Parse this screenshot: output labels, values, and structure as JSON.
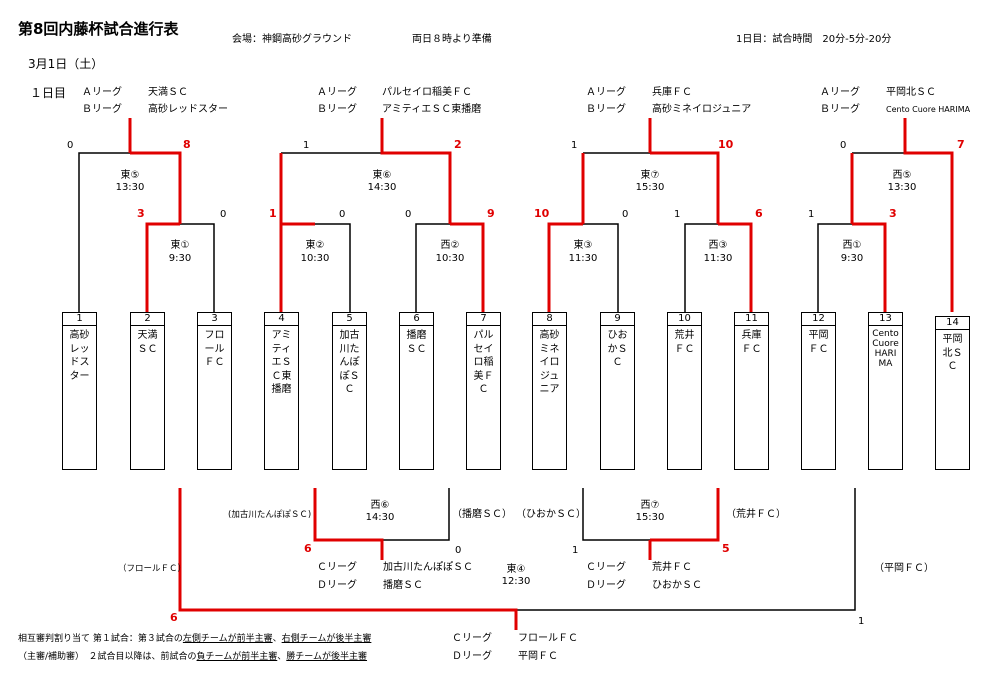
{
  "title": "第8回内藤杯試合進行表",
  "venue": "会場：神鋼高砂グラウンド",
  "prep": "両日８時より準備",
  "day_info": "1日目：試合時間　20分-5分-20分",
  "date": "3月1日（土）",
  "day_label": "１日目",
  "league_groups": [
    {
      "a_label": "Ａリーグ",
      "a_team": "天満ＳＣ",
      "b_label": "Ｂリーグ",
      "b_team": "高砂レッドスター"
    },
    {
      "a_label": "Ａリーグ",
      "a_team": "パルセイロ稲美ＦＣ",
      "b_label": "Ｂリーグ",
      "b_team": "アミティエＳＣ東播磨"
    },
    {
      "a_label": "Ａリーグ",
      "a_team": "兵庫ＦＣ",
      "b_label": "Ｂリーグ",
      "b_team": "高砂ミネイロジュニア"
    },
    {
      "a_label": "Ａリーグ",
      "a_team": "平岡北ＳＣ",
      "b_label": "Ｂリーグ",
      "b_team": "Cento Cuore HARIMA"
    }
  ],
  "teams": [
    {
      "num": "1",
      "name": "高砂レッドスター"
    },
    {
      "num": "2",
      "name": "天満ＳＣ"
    },
    {
      "num": "3",
      "name": "フロールＦＣ"
    },
    {
      "num": "4",
      "name": "アミティエＳＣ東播磨"
    },
    {
      "num": "5",
      "name": "加古川たんぽぽＳＣ"
    },
    {
      "num": "6",
      "name": "播磨ＳＣ"
    },
    {
      "num": "7",
      "name": "パルセイロ稲美ＦＣ"
    },
    {
      "num": "8",
      "name": "高砂ミネイロジュニア"
    },
    {
      "num": "9",
      "name": "ひおかＳＣ"
    },
    {
      "num": "10",
      "name": "荒井ＦＣ"
    },
    {
      "num": "11",
      "name": "兵庫ＦＣ"
    },
    {
      "num": "12",
      "name": "平岡ＦＣ"
    },
    {
      "num": "13",
      "name": "CentoCuoreHARIMA"
    },
    {
      "num": "14",
      "name": "平岡北ＳＣ"
    }
  ],
  "matches": [
    {
      "label": "東①",
      "time": "9:30",
      "s_left": "3",
      "s_right": "0"
    },
    {
      "label": "東②",
      "time": "10:30",
      "s_left": "1",
      "s_right": "0"
    },
    {
      "label": "西②",
      "time": "10:30",
      "s_left": "0",
      "s_right": "9"
    },
    {
      "label": "東③",
      "time": "11:30",
      "s_left": "10",
      "s_right": "0"
    },
    {
      "label": "西③",
      "time": "11:30",
      "s_left": "1",
      "s_right": "6"
    },
    {
      "label": "西①",
      "time": "9:30",
      "s_left": "1",
      "s_right": "3"
    },
    {
      "label": "東⑤",
      "time": "13:30",
      "s_left": "0",
      "s_right": "8"
    },
    {
      "label": "東⑥",
      "time": "14:30",
      "s_left": "1",
      "s_right": "2"
    },
    {
      "label": "東⑦",
      "time": "15:30",
      "s_left": "1",
      "s_right": "10"
    },
    {
      "label": "西⑤",
      "time": "13:30",
      "s_left": "0",
      "s_right": "7"
    },
    {
      "label": "西⑥",
      "time": "14:30",
      "s_left": "6",
      "s_right": "0",
      "left_team": "(加古川たんぽぽＳＣ)",
      "right_team": "（播磨ＳＣ）"
    },
    {
      "label": "西⑦",
      "time": "15:30",
      "s_left": "1",
      "s_right": "5",
      "left_team": "（ひおかＳＣ）",
      "right_team": "（荒井ＦＣ）"
    },
    {
      "label": "東④",
      "time": "12:30",
      "s_left": "6",
      "s_right": "1",
      "left_team": "（フロールＦＣ）",
      "right_team": "（平岡ＦＣ）"
    }
  ],
  "cd_groups": [
    {
      "c_label": "Ｃリーグ",
      "c_team": "加古川たんぽぽＳＣ",
      "d_label": "Ｄリーグ",
      "d_team": "播磨ＳＣ"
    },
    {
      "c_label": "Ｃリーグ",
      "c_team": "荒井ＦＣ",
      "d_label": "Ｄリーグ",
      "d_team": "ひおかＳＣ"
    },
    {
      "c_label": "Ｃリーグ",
      "c_team": "フロールＦＣ",
      "d_label": "Ｄリーグ",
      "d_team": "平岡ＦＣ"
    }
  ],
  "notes": {
    "line1_a": "相互審判割り当て 第１試合：第３試合の",
    "line1_b": "左側チームが前半主審",
    "line1_c": "、",
    "line1_d": "右側チームが後半主審",
    "line2_a": "（主審/補助審）　２試合目以降は、前試合の",
    "line2_b": "負チームが前半主審",
    "line2_c": "、",
    "line2_d": "勝チームが後半主審"
  },
  "colors": {
    "win": "#e00000",
    "line": "#000000"
  }
}
